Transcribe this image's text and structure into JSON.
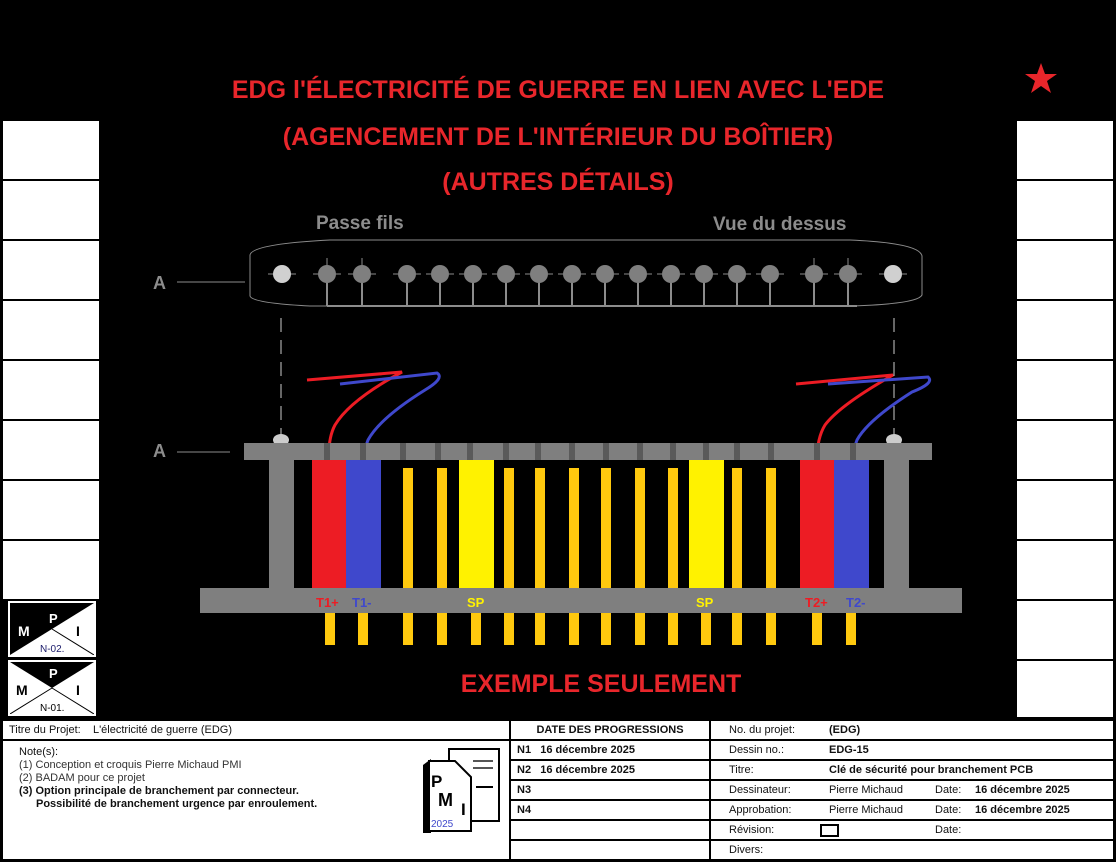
{
  "title": {
    "line1": "EDG l'ÉLECTRICITÉ DE GUERRE EN LIEN AVEC L'EDE",
    "line2": "(AGENCEMENT DE L'INTÉRIEUR DU BOÎTIER)",
    "line3": "(AUTRES DÉTAILS)"
  },
  "diagram": {
    "label_passe_fils": "Passe fils",
    "label_vue": "Vue du dessus",
    "section_a_top": "A",
    "section_a_side": "A",
    "t1p": "T1+",
    "t1m": "T1-",
    "sp1": "SP",
    "sp2": "SP",
    "t2p": "T2+",
    "t2m": "T2-",
    "footer": "EXEMPLE SEULEMENT"
  },
  "colors": {
    "red": "#ed1c24",
    "blue": "#3f48cc",
    "yellow": "#fff200",
    "pin": "#ffc90e",
    "gray": "#7f7f7f"
  },
  "mpi": [
    {
      "m": "M",
      "p": "P",
      "i": "I",
      "code": "N-02."
    },
    {
      "m": "M",
      "p": "P",
      "i": "I",
      "code": "N-01."
    }
  ],
  "titleblock": {
    "project_label": "Titre du Projet:",
    "project_value": "L'électricité de guerre (EDG)",
    "notes_label": "Note(s):",
    "notes": [
      "(1) Conception et croquis Pierre Michaud PMI",
      "(2) BADAM pour ce projet",
      "(3) Option principale de branchement par connecteur.",
      "Possibilité de branchement urgence par enroulement."
    ],
    "logo": {
      "p": "P",
      "m": "M",
      "i": "I",
      "year": "2025"
    },
    "progress_header": "DATE DES PROGRESSIONS",
    "progress": [
      {
        "n": "N1",
        "date": "16 décembre 2025"
      },
      {
        "n": "N2",
        "date": "16 décembre 2025"
      },
      {
        "n": "N3",
        "date": ""
      },
      {
        "n": "N4",
        "date": ""
      }
    ],
    "no_projet_label": "No. du projet:",
    "no_projet": "(EDG)",
    "dessin_label": "Dessin no.:",
    "dessin": "EDG-15",
    "titre_label": "Titre:",
    "titre": "Clé de sécurité pour branchement PCB",
    "dessinateur_label": "Dessinateur:",
    "dessinateur": "Pierre Michaud",
    "date1_label": "Date:",
    "date1": "16 décembre 2025",
    "approbation_label": "Approbation:",
    "approbation": "Pierre Michaud",
    "date2_label": "Date:",
    "date2": "16 décembre 2025",
    "revision_label": "Révision:",
    "date3_label": "Date:",
    "divers_label": "Divers:"
  }
}
